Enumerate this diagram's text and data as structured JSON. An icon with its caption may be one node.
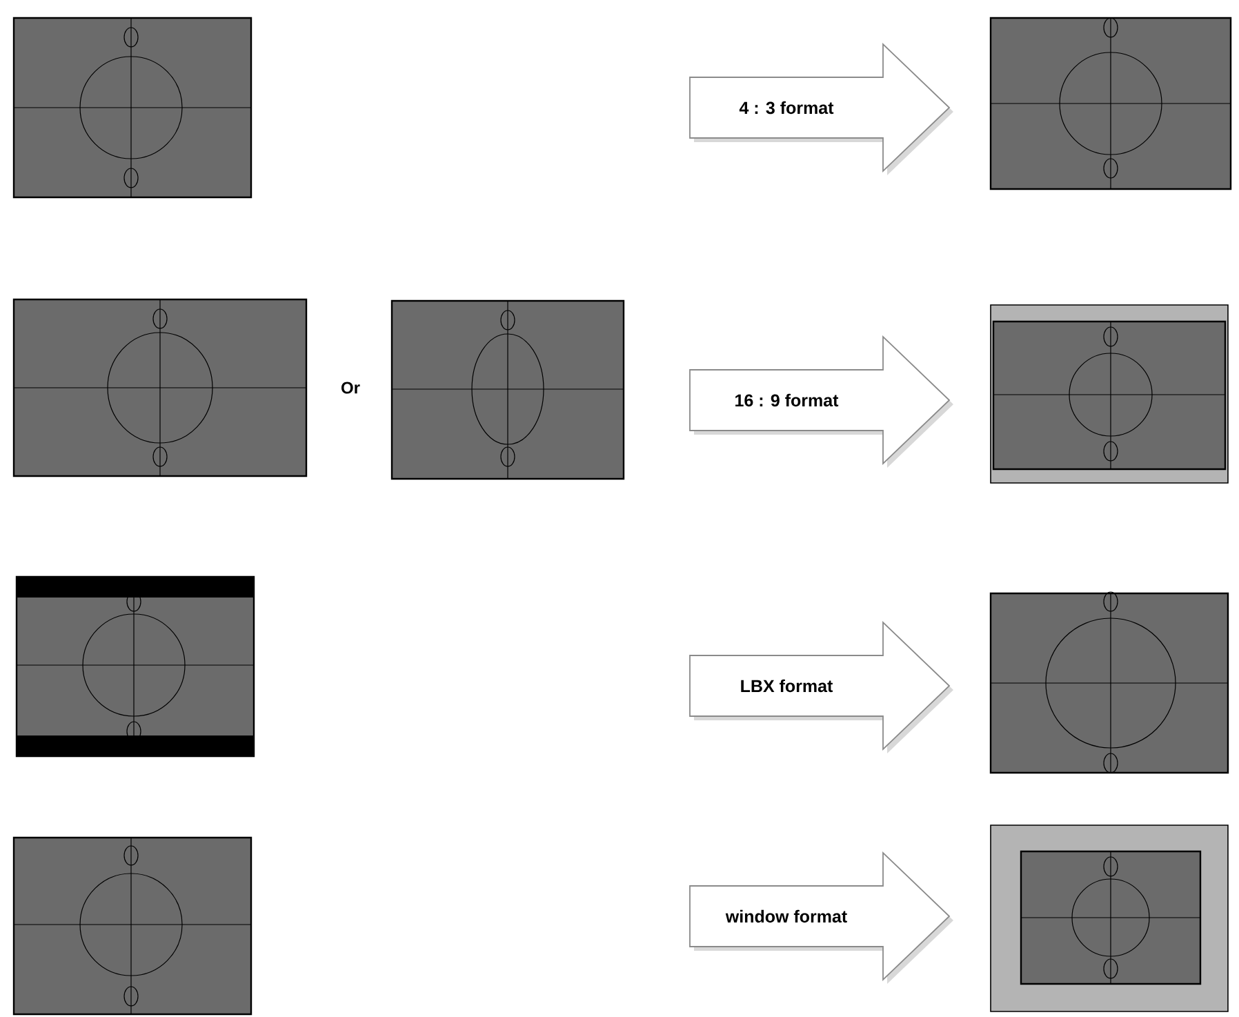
{
  "diagram": {
    "nodes": [
      {
        "text": [],
        "shape": "picture"
      },
      {
        "text": [
          "4 : 3 format"
        ]
      },
      {
        "text": [],
        "shape": "picture"
      },
      {
        "text": [],
        "shape": "picture"
      },
      {
        "text": [],
        "shape": "picture"
      },
      {
        "text": [
          "16 : 9 format"
        ]
      },
      {
        "text": [],
        "shape": "picture"
      },
      {
        "text": [],
        "shape": "picture"
      },
      {
        "text": [
          "LBX format"
        ]
      },
      {
        "text": [],
        "shape": "picture"
      },
      {
        "text": [],
        "shape": "picture"
      },
      {
        "text": [
          "window format"
        ]
      },
      {
        "text": [],
        "shape": "picture"
      }
    ],
    "labels": [
      "Or"
    ]
  }
}
